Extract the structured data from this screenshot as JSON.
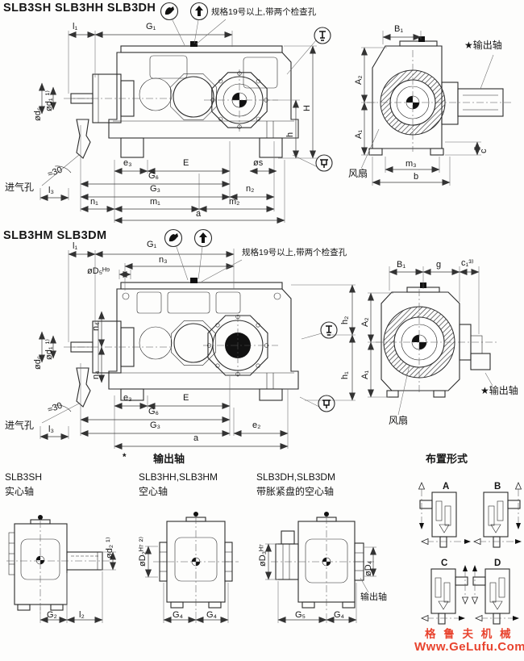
{
  "s1": {
    "title": "SLB3SH  SLB3HH  SLB3DH",
    "note": "规格19号以上,带两个检查孔",
    "labels": {
      "l1": "l₁",
      "G1": "G₁",
      "H": "H",
      "h": "h",
      "d1": "ød₁ ¹⁾",
      "d6": "ød₆",
      "angle": "≈30",
      "air_hole": "进气孔",
      "l3": "l₃",
      "e3": "e₃",
      "E": "E",
      "s": "øs",
      "G6": "G₆",
      "G3": "G₃",
      "n1": "n₁",
      "n2": "n₂",
      "m1": "m₁",
      "m2": "m₂",
      "a": "a"
    },
    "side": {
      "B1": "B₁",
      "A2": "A₂",
      "A1": "A₁",
      "output_shaft": "★输出轴",
      "fan": "风扇",
      "m3": "m₃",
      "b": "b",
      "c": "c"
    }
  },
  "s2": {
    "title": "SLB3HM  SLB3DM",
    "note": "规格19号以上,带两个检查孔",
    "labels": {
      "l1": "l₁",
      "G1": "G₁",
      "n3": "n₃",
      "D5": "øD₅ᴴ⁹",
      "n4": "n₄",
      "d1": "ød₁ ¹⁾",
      "d6": "ød₆",
      "angle": "≈30",
      "air_hole": "进气孔",
      "l3": "l₃",
      "h2": "h₂",
      "h1": "h₁",
      "e3": "e₃",
      "E": "E",
      "G6": "G₆",
      "G3": "G₃",
      "e2": "e₂",
      "a": "a"
    },
    "side": {
      "B1": "B₁",
      "g": "g",
      "c1": "c₁³⁾",
      "A2": "A₂",
      "A1": "A₁",
      "fan": "风扇",
      "output_shaft": "★输出轴"
    }
  },
  "s3": {
    "star": "*",
    "header": "输出轴",
    "variants": [
      {
        "models": "SLB3SH",
        "type": "实心轴"
      },
      {
        "models": "SLB3HH,SLB3HM",
        "type": "空心轴"
      },
      {
        "models": "SLB3DH,SLB3DM",
        "type": "带胀紧盘的空心轴"
      }
    ],
    "labels": {
      "d2": "ød₂ ¹⁾",
      "G2": "G₂",
      "l2": "l₂",
      "D2": "øD₂ᴴ⁷ ²⁾",
      "G4": "G₄",
      "D3": "øD₃ᴴ⁷",
      "D4": "øD₄",
      "output_shaft": "输出轴",
      "G5": "G₅"
    },
    "arrangements": {
      "title": "布置形式",
      "items": [
        "A",
        "B",
        "C",
        "D"
      ]
    }
  },
  "icons": {
    "lube_symbols": [
      "oil-fill-icon",
      "breather-icon",
      "oil-level-icon",
      "oil-drain-icon"
    ]
  },
  "watermark": {
    "line1": "格 鲁 夫 机 械",
    "line2": "Www.GeLufu.Com",
    "color": "#e8432e"
  }
}
